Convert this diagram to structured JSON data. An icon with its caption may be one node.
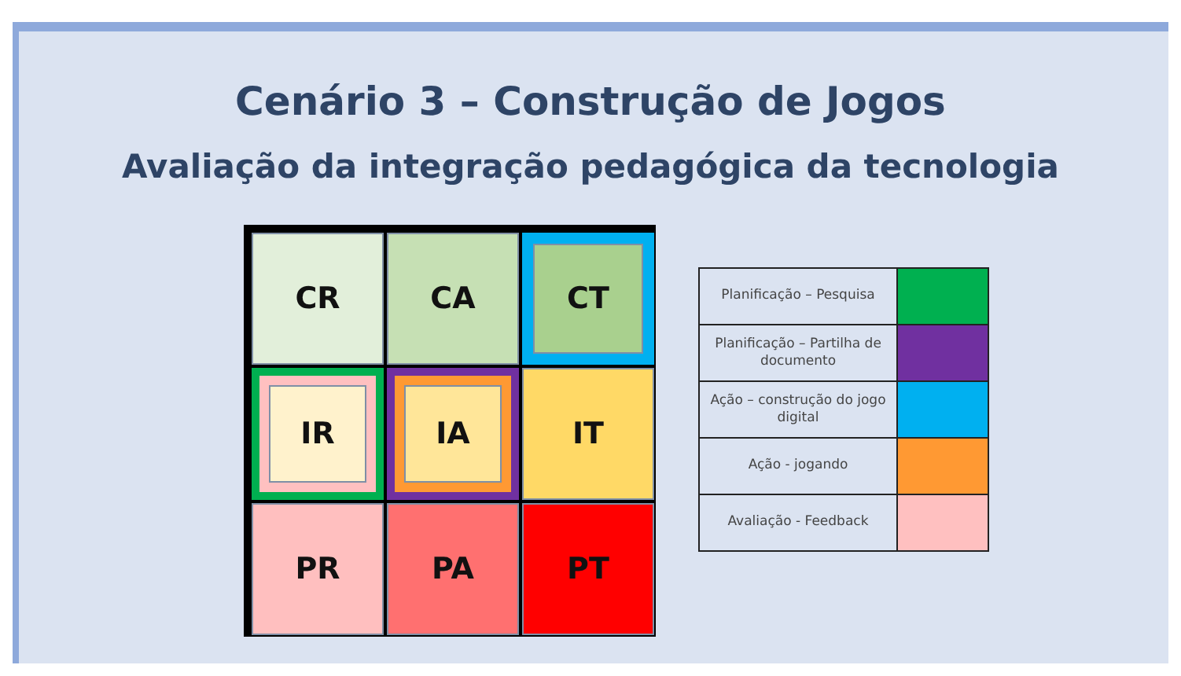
{
  "diagram": {
    "title": "Cenário 3 – Construção de Jogos",
    "nodes": [
      {
        "text": [
          "CR"
        ]
      },
      {
        "text": [
          "CA"
        ]
      },
      {
        "text": [
          "CT"
        ]
      },
      {
        "text": [
          "IR"
        ]
      },
      {
        "text": [
          "IA"
        ]
      },
      {
        "text": [
          "IT"
        ]
      },
      {
        "text": [
          "PR"
        ]
      },
      {
        "text": [
          "PA"
        ]
      },
      {
        "text": [
          "PT"
        ]
      }
    ],
    "labels": [
      "Avaliação da integração pedagógica da tecnologia"
    ],
    "legend": [
      {
        "text": "Planificação – Pesquisa",
        "color": "#00b050"
      },
      {
        "text": "Planificação – Partilha de documento",
        "color": "#7030a0"
      },
      {
        "text": "Ação – construção do jogo digital",
        "color": "#00b0f0"
      },
      {
        "text": "Ação - jogando",
        "color": "#ff9933"
      },
      {
        "text": "Avaliação - Feedback",
        "color": "#ffc0c0"
      }
    ]
  }
}
